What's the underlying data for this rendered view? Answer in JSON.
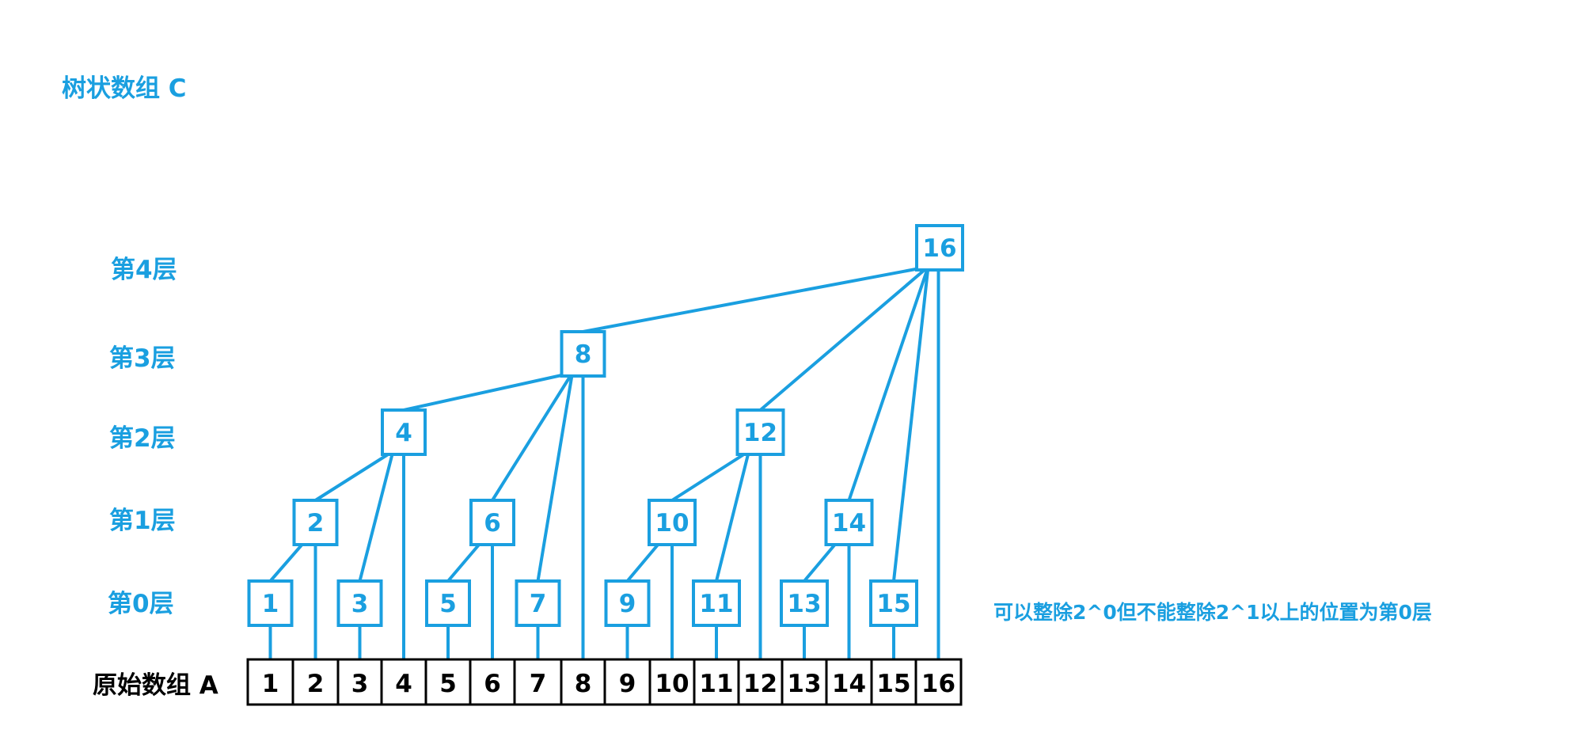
{
  "title": "树状数组 C",
  "layers": [
    "第4层",
    "第3层",
    "第2层",
    "第1层",
    "第0层"
  ],
  "array_label": "原始数组 A",
  "note": "可以整除2^0但不能整除2^1以上的位置为第0层",
  "array_cells": [
    "1",
    "2",
    "3",
    "4",
    "5",
    "6",
    "7",
    "8",
    "9",
    "10",
    "11",
    "12",
    "13",
    "14",
    "15",
    "16"
  ],
  "tree_nodes": [
    {
      "label": "1",
      "layer": 0
    },
    {
      "label": "2",
      "layer": 1
    },
    {
      "label": "3",
      "layer": 0
    },
    {
      "label": "4",
      "layer": 2
    },
    {
      "label": "5",
      "layer": 0
    },
    {
      "label": "6",
      "layer": 1
    },
    {
      "label": "7",
      "layer": 0
    },
    {
      "label": "8",
      "layer": 3
    },
    {
      "label": "9",
      "layer": 0
    },
    {
      "label": "10",
      "layer": 1
    },
    {
      "label": "11",
      "layer": 0
    },
    {
      "label": "12",
      "layer": 2
    },
    {
      "label": "13",
      "layer": 0
    },
    {
      "label": "14",
      "layer": 1
    },
    {
      "label": "15",
      "layer": 0
    },
    {
      "label": "16",
      "layer": 4
    }
  ],
  "colors": {
    "accent": "#1a9fe0",
    "cell_border": "#000000"
  }
}
